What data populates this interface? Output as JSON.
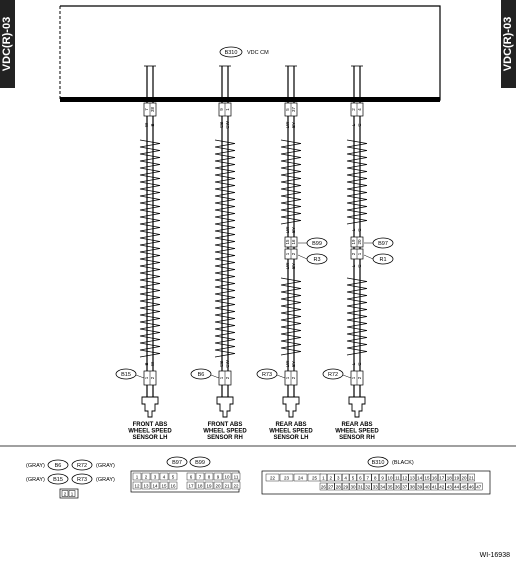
{
  "section_tab": "VDC(R)-03",
  "module": {
    "connector_id": "B310",
    "name": "VDC CM"
  },
  "circuits": [
    {
      "id": "fl",
      "cm_pins": [
        "7",
        "38"
      ],
      "wire_colors": [
        "W",
        "B"
      ],
      "inline_connector": null,
      "sensor_connector": "B15",
      "sensor_pins": [
        "1",
        "2"
      ],
      "sensor_wire_colors": [
        "B",
        "W"
      ],
      "sensor_label": [
        "FRONT ABS",
        "WHEEL SPEED",
        "SENSOR LH"
      ]
    },
    {
      "id": "fr",
      "cm_pins": [
        "9",
        "1"
      ],
      "wire_colors": [
        "GB",
        "GW"
      ],
      "inline_connector": null,
      "sensor_connector": "B6",
      "sensor_pins": [
        "1",
        "2"
      ],
      "sensor_wire_colors": [
        "GB",
        "GW"
      ],
      "sensor_label": [
        "FRONT ABS",
        "WHEEL SPEED",
        "SENSOR RH"
      ]
    },
    {
      "id": "rl",
      "cm_pins": [
        "5",
        "37"
      ],
      "wire_colors": [
        "LW",
        "BY"
      ],
      "inline_connector": {
        "ids": [
          "B99",
          "R3"
        ],
        "pins_top": [
          "15",
          "16"
        ],
        "pins_bottom": [
          "1",
          "2"
        ],
        "wire_colors_top": [
          "LW",
          "BY"
        ],
        "wire_colors_bottom": [
          "LW",
          "BY"
        ]
      },
      "sensor_connector": "R73",
      "sensor_pins": [
        "1",
        "2"
      ],
      "sensor_wire_colors": [
        "LW",
        "BY"
      ],
      "sensor_label": [
        "REAR ABS",
        "WHEEL SPEED",
        "SENSOR LH"
      ]
    },
    {
      "id": "rr",
      "cm_pins": [
        "2",
        "4"
      ],
      "wire_colors": [
        "L",
        "G"
      ],
      "inline_connector": {
        "ids": [
          "B97",
          "R1"
        ],
        "pins_top": [
          "19",
          "20"
        ],
        "pins_bottom": [
          "2",
          "1"
        ],
        "wire_colors_top": [
          "L",
          "G"
        ],
        "wire_colors_bottom": [
          "L",
          "G"
        ]
      },
      "sensor_connector": "R72",
      "sensor_pins": [
        "1",
        "2"
      ],
      "sensor_wire_colors": [
        "L",
        "G"
      ],
      "sensor_label": [
        "REAR ABS",
        "WHEEL SPEED",
        "SENSOR RH"
      ]
    }
  ],
  "legend": {
    "small": {
      "row1": {
        "color_left": "(GRAY)",
        "ids": [
          "B6",
          "R72"
        ],
        "color_right": "(GRAY)"
      },
      "row2": {
        "color_left": "(GRAY)",
        "ids": [
          "B15",
          "R73"
        ],
        "color_right": "(GRAY)"
      },
      "pins": [
        "2",
        "1"
      ]
    },
    "medium": {
      "ids": [
        "B97",
        "B99"
      ],
      "row1": [
        "1",
        "2",
        "3",
        "4",
        "5",
        "6",
        "7",
        "8",
        "9",
        "10",
        "11"
      ],
      "row2": [
        "12",
        "13",
        "14",
        "15",
        "16",
        "17",
        "18",
        "19",
        "20",
        "21",
        "22"
      ]
    },
    "large": {
      "id": "B310",
      "color": "(BLACK)",
      "row1": [
        "22",
        "23",
        "24",
        "25",
        "1",
        "2",
        "3",
        "4",
        "5",
        "6",
        "7",
        "8",
        "9",
        "10",
        "11",
        "12",
        "13",
        "14",
        "15",
        "16",
        "17",
        "18",
        "19",
        "20",
        "21"
      ],
      "row2": [
        "26",
        "27",
        "28",
        "29",
        "30",
        "31",
        "32",
        "33",
        "34",
        "35",
        "36",
        "37",
        "38",
        "39",
        "40",
        "41",
        "42",
        "43",
        "44",
        "45",
        "46",
        "47"
      ]
    }
  },
  "figure_id": "WI-16938"
}
